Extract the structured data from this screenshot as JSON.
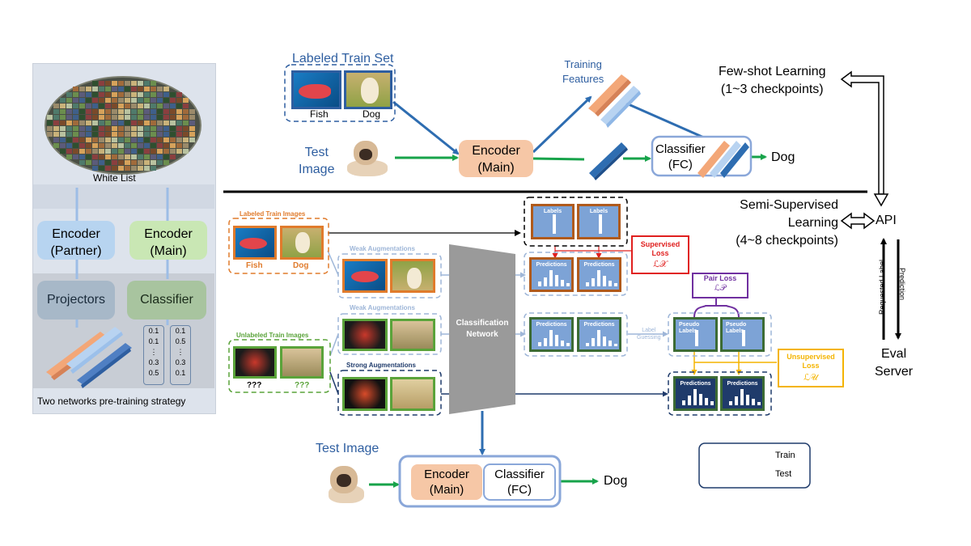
{
  "left": {
    "white_list": "White List",
    "encoder_partner": "Encoder\n(Partner)",
    "encoder_main": "Encoder\n(Main)",
    "projectors": "Projectors",
    "classifier": "Classifier",
    "vec_left": [
      "0.1",
      "0.1",
      "⋮",
      "0.3",
      "0.5"
    ],
    "vec_right": [
      "0.1",
      "0.5",
      "⋮",
      "0.3",
      "0.1"
    ],
    "caption": "Two networks pre-training strategy"
  },
  "few_shot": {
    "labeled_train_set": "Labeled Train Set",
    "fish": "Fish",
    "dog": "Dog",
    "training_features": "Training\nFeatures",
    "test_image": "Test\nImage",
    "encoder": "Encoder\n(Main)",
    "classifier": "Classifier\n(FC)",
    "output": "Dog",
    "title": "Few-shot Learning\n(1~3 checkpoints)"
  },
  "semi": {
    "labeled_train_images": "Labeled Train Images",
    "fish": "Fish",
    "dog": "Dog",
    "weak_aug_1": "Weak Augmentations",
    "weak_aug_2": "Weak Augmentations",
    "strong_aug": "Strong Augmentations",
    "unlabeled_train_images": "Unlabeled Train Images",
    "unknown": "???",
    "classification_network": "Classification\nNetwork",
    "labels": "Labels",
    "predictions": "Predictions",
    "pseudo_labels": "Pseudo\nLabels",
    "supervised_loss": "Supervised\nLoss",
    "supervised_loss_symbol": "ℒ𝒳",
    "pair_loss": "Pair Loss",
    "pair_loss_symbol": "ℒ𝒫",
    "unsupervised_loss": "Unsupervised\nLoss",
    "unsupervised_loss_symbol": "ℒ𝒰",
    "label_guessing": "Label\nGuessing",
    "title": "Semi-Supervised\nLearning\n(4~8 checkpoints)",
    "test_image": "Test Image",
    "encoder": "Encoder\n(Main)",
    "classifier": "Classifier\n(FC)",
    "output": "Dog"
  },
  "api": {
    "api": "API",
    "requested_label": "Requested Label",
    "prediction": "Prediction",
    "eval_server": "Eval\nServer"
  },
  "legend": {
    "train": "Train",
    "test": "Test"
  },
  "colors": {
    "train_arrow": "#2e6db1",
    "test_arrow": "#17a34a",
    "encoder_fill": "#f6c7a6",
    "classifier_border": "#8aa7d9",
    "labeled_orange": "#e07b2c",
    "unlabeled_green": "#5aa33a",
    "strong_navy": "#1f3b6b",
    "supervised_red": "#e0201f",
    "pair_purple": "#7030a0",
    "unsup_yellow": "#f4b400"
  }
}
